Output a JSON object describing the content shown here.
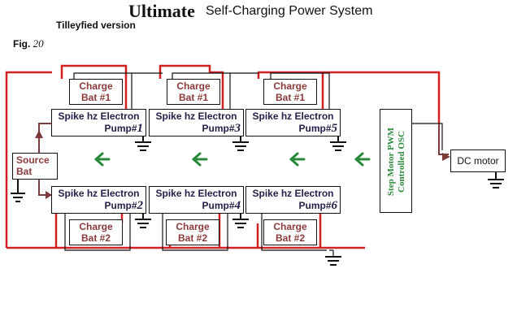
{
  "title": {
    "main": "Ultimate",
    "rest": "Self-Charging Power System",
    "subtitle": "Tilleyfied version",
    "fig_prefix": "Fig.",
    "fig_number": "20"
  },
  "charge_top": [
    {
      "line1": "Charge",
      "line2": "Bat #1"
    },
    {
      "line1": "Charge",
      "line2": "Bat #1"
    },
    {
      "line1": "Charge",
      "line2": "Bat #1"
    }
  ],
  "charge_bottom": [
    {
      "line1": "Charge",
      "line2": "Bat #2"
    },
    {
      "line1": "Charge",
      "line2": "Bat #2"
    },
    {
      "line1": "Charge",
      "line2": "Bat #2"
    }
  ],
  "pumps_top": [
    {
      "line1": "Spike hz Electron",
      "line2": "Pump#",
      "num": "1"
    },
    {
      "line1": "Spike hz Electron",
      "line2": "Pump#",
      "num": "3"
    },
    {
      "line1": "Spike hz Electron",
      "line2": "Pump#",
      "num": "5"
    }
  ],
  "pumps_bottom": [
    {
      "line1": "Spike hz Electron",
      "line2": "Pump#",
      "num": "2"
    },
    {
      "line1": "Spike hz Electron",
      "line2": "Pump#",
      "num": "4"
    },
    {
      "line1": "Spike hz Electron",
      "line2": "Pump#",
      "num": "6"
    }
  ],
  "source": {
    "line1": "Source",
    "line2": "Bat"
  },
  "motor": {
    "label": "DC motor"
  },
  "oscillator": {
    "line1": "Step Motor PWM",
    "line2": "Controlled OSC"
  },
  "colors": {
    "wire_main": "#111111",
    "wire_power": "#d02020",
    "wire_feed": "#7a3a3a",
    "arrow_flow": "#2a8a3a",
    "charge_text": "#8b3a3a",
    "pump_text": "#22224a",
    "osc_text": "#2a8a3a"
  }
}
